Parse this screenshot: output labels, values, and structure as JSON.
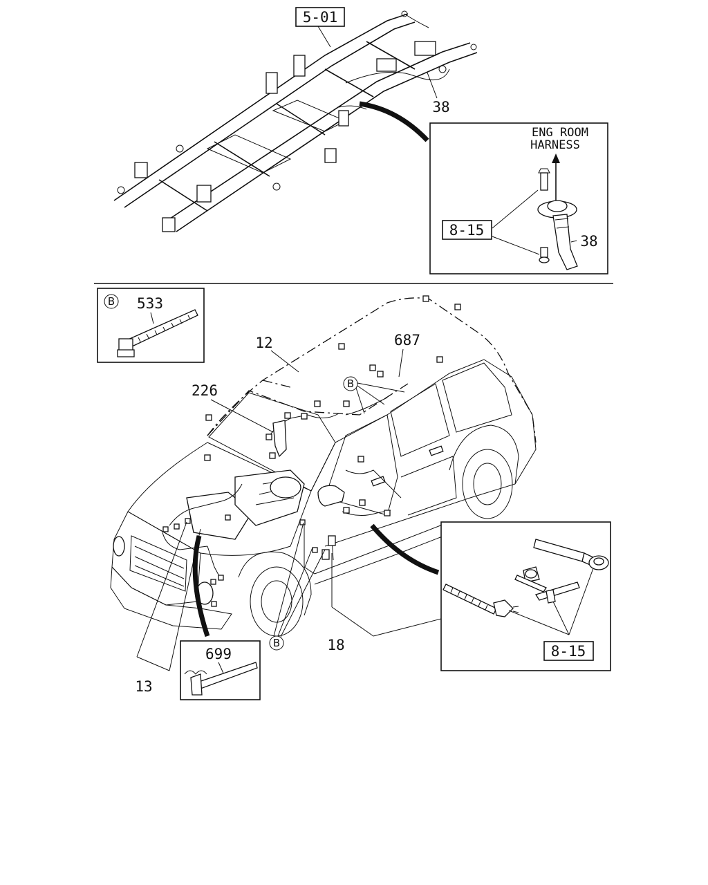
{
  "callouts": {
    "ref_frame": "5-01",
    "part_38_top": "38",
    "eng_room_line1": "ENG ROOM",
    "eng_room_line2": "HARNESS",
    "ref_8_15_top": "8-15",
    "part_38_detail": "38",
    "clip_letter_legend": "B",
    "part_533": "533",
    "part_12": "12",
    "part_687": "687",
    "clip_letter_roof": "B",
    "part_226": "226",
    "clip_letter_lower": "B",
    "part_18": "18",
    "part_13": "13",
    "part_699": "699",
    "ref_8_15_bottom": "8-15"
  },
  "colors": {
    "line": "#111111",
    "background": "#ffffff"
  }
}
